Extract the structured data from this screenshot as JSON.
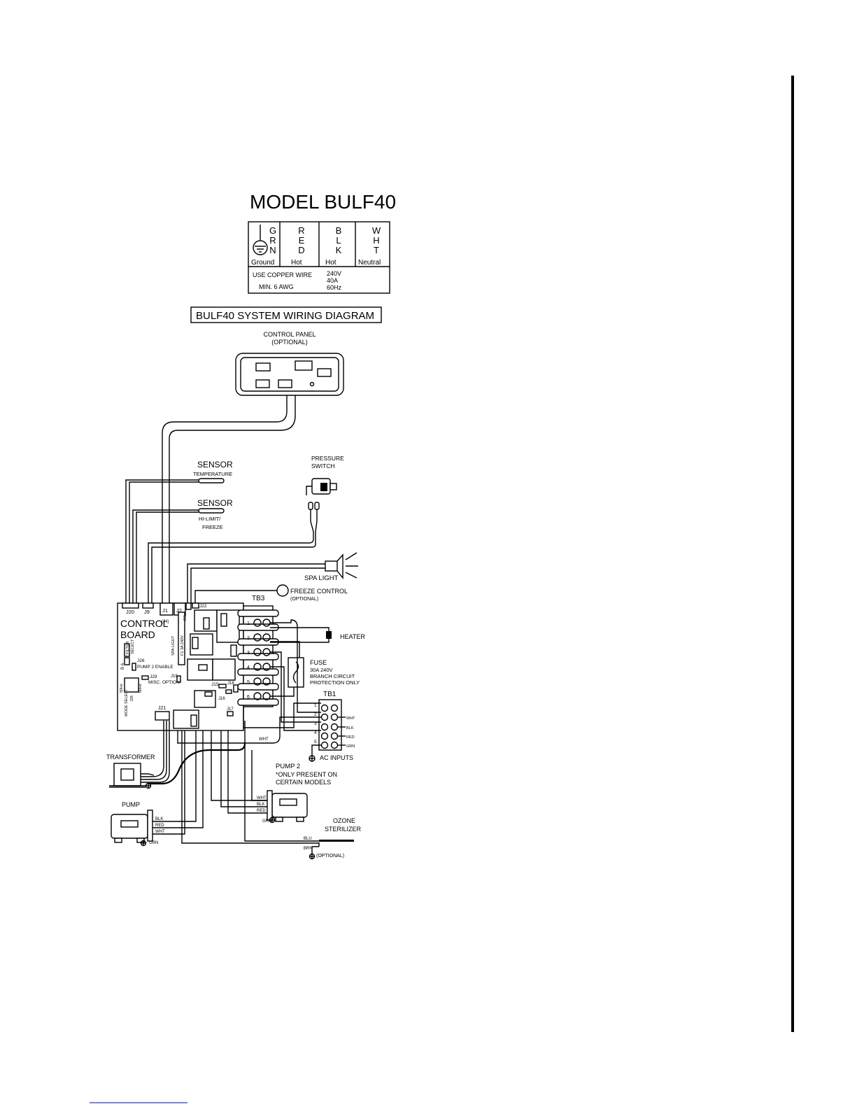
{
  "model_title": "MODEL BULF40",
  "wiring_spec": {
    "columns": [
      {
        "code": [
          "G",
          "R",
          "N"
        ],
        "label": "Ground"
      },
      {
        "code": [
          "R",
          "E",
          "D"
        ],
        "label": "Hot"
      },
      {
        "code": [
          "B",
          "L",
          "K"
        ],
        "label": "Hot"
      },
      {
        "code": [
          "W",
          "H",
          "T"
        ],
        "label": "Neutral"
      }
    ],
    "note_line1": "USE COPPER WIRE",
    "note_line2": "MIN. 6 AWG",
    "rating": [
      "240V",
      "40A",
      "60Hz"
    ]
  },
  "diagram_title": "BULF40 SYSTEM WIRING DIAGRAM",
  "components": {
    "control_panel": [
      "CONTROL PANEL",
      "(OPTIONAL)"
    ],
    "sensor_temp": [
      "SENSOR",
      "TEMPERATURE"
    ],
    "sensor_hilimit": [
      "SENSOR",
      "HI-LIMIT/",
      "FREEZE"
    ],
    "pressure_switch": [
      "PRESSURE",
      "SWITCH"
    ],
    "spa_light": "SPA LIGHT",
    "freeze_control": [
      "FREEZE CONTROL",
      "(OPTIONAL)"
    ],
    "tb3": "TB3",
    "heater": "HEATER",
    "fuse": [
      "FUSE",
      "30A 240V",
      "BRANCH CIRCUIT",
      "PROTECTION ONLY"
    ],
    "tb1": "TB1",
    "ac_inputs": "AC INPUTS",
    "control_board": [
      "CONTROL",
      "BOARD"
    ],
    "transformer": "TRANSFORMER",
    "pump": "PUMP",
    "pump2": [
      "PUMP 2",
      "*ONLY PRESENT ON",
      "CERTAIN MODELS"
    ],
    "ozone": [
      "OZONE",
      "STERILIZER",
      "(OPTIONAL)"
    ]
  },
  "board_labels": {
    "j20": "J20",
    "j9": "J9",
    "j1": "J1",
    "j2": "J2",
    "j22": "J22",
    "j4": "(J4)",
    "j10": "J10",
    "j26": "J26",
    "pump2_enable": "PUMP 2 ENABLE",
    "j29": "J29",
    "misc_option": "MISC. OPTION",
    "filter_select": [
      "FILTER",
      "SELECT"
    ],
    "ba": "B A",
    "spa_light_fuse": [
      "SPA LIGHT",
      "F1 3A 240V"
    ],
    "hz": [
      "60Hz",
      "50Hz"
    ],
    "mode": [
      "MODE SELECT",
      "J28"
    ],
    "j19": "J19",
    "j15": "J15",
    "j18": "J18",
    "j16": "J16",
    "j17": "J17",
    "j21": "J21"
  },
  "tb3_numbers": [
    "1",
    "2",
    "3",
    "4",
    "5",
    "6"
  ],
  "tb1_numbers": [
    "1",
    "2",
    "3",
    "4",
    "5"
  ],
  "tb1_wires": [
    "WHT",
    "BLK",
    "RED",
    "GRN"
  ],
  "wire_labels": {
    "board_wht": "WHT",
    "pump": [
      "BLK",
      "RED",
      "WHT",
      "GRN"
    ],
    "pump2": [
      "WHT",
      "BLK",
      "RED",
      "GRN"
    ],
    "ozone": [
      "BLU",
      "BRN"
    ]
  }
}
